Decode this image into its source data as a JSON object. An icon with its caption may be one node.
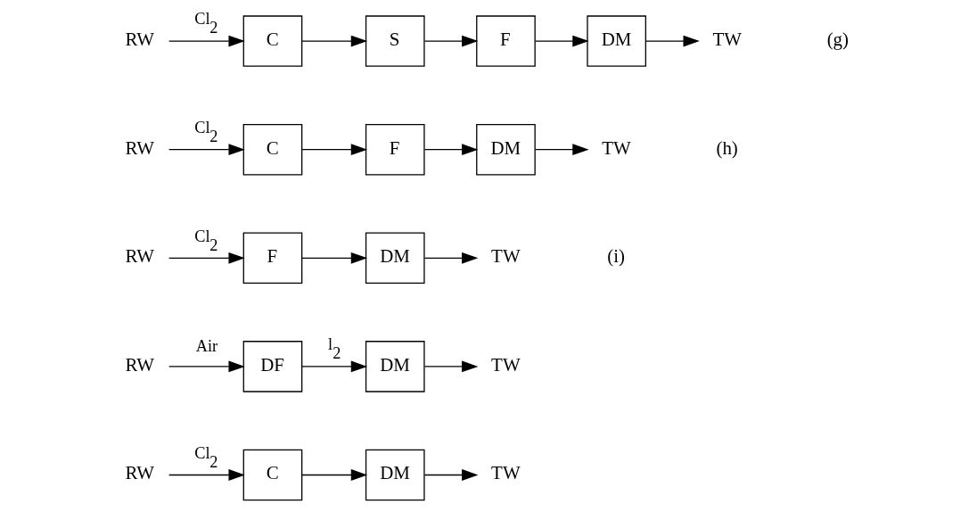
{
  "diagram": {
    "nodes": [
      {
        "text": [
          "RW"
        ]
      },
      {
        "text": [
          "C"
        ]
      },
      {
        "text": [
          "S"
        ]
      },
      {
        "text": [
          "F"
        ]
      },
      {
        "text": [
          "DM"
        ]
      },
      {
        "text": [
          "TW"
        ]
      },
      {
        "text": [
          "RW"
        ]
      },
      {
        "text": [
          "C"
        ]
      },
      {
        "text": [
          "F"
        ]
      },
      {
        "text": [
          "DM"
        ]
      },
      {
        "text": [
          "TW"
        ]
      },
      {
        "text": [
          "RW"
        ]
      },
      {
        "text": [
          "F"
        ]
      },
      {
        "text": [
          "DM"
        ]
      },
      {
        "text": [
          "TW"
        ]
      },
      {
        "text": [
          "RW"
        ]
      },
      {
        "text": [
          "DF"
        ]
      },
      {
        "text": [
          "DM"
        ]
      },
      {
        "text": [
          "TW"
        ]
      },
      {
        "text": [
          "RW"
        ]
      },
      {
        "text": [
          "C"
        ]
      },
      {
        "text": [
          "DM"
        ]
      },
      {
        "text": [
          "TW"
        ]
      }
    ],
    "edges": [
      {
        "from": 0,
        "to": 1,
        "arrow": "to",
        "label": "Cl$_{2}$"
      },
      {
        "from": 1,
        "to": 2,
        "arrow": "to"
      },
      {
        "from": 2,
        "to": 3,
        "arrow": "to"
      },
      {
        "from": 3,
        "to": 4,
        "arrow": "to"
      },
      {
        "from": 4,
        "to": 5,
        "arrow": "to"
      },
      {
        "from": 6,
        "to": 7,
        "arrow": "to",
        "label": "Cl$_{2}$"
      },
      {
        "from": 7,
        "to": 8,
        "arrow": "to"
      },
      {
        "from": 8,
        "to": 9,
        "arrow": "to"
      },
      {
        "from": 9,
        "to": 10,
        "arrow": "to"
      },
      {
        "from": 11,
        "to": 12,
        "arrow": "to",
        "label": "Cl$_{2}$"
      },
      {
        "from": 12,
        "to": 13,
        "arrow": "to"
      },
      {
        "from": 13,
        "to": 14,
        "arrow": "to"
      },
      {
        "from": 15,
        "to": 16,
        "arrow": "to",
        "label": "Air"
      },
      {
        "from": 16,
        "to": 17,
        "arrow": "to",
        "label": "l$_{2}$"
      },
      {
        "from": 17,
        "to": 18,
        "arrow": "to"
      },
      {
        "from": 19,
        "to": 20,
        "arrow": "to",
        "label": "Cl$_{2}$"
      },
      {
        "from": 20,
        "to": 21,
        "arrow": "to"
      },
      {
        "from": 21,
        "to": 22,
        "arrow": "to"
      }
    ],
    "labels": [
      "(g)",
      "(h)",
      "(i)"
    ]
  }
}
